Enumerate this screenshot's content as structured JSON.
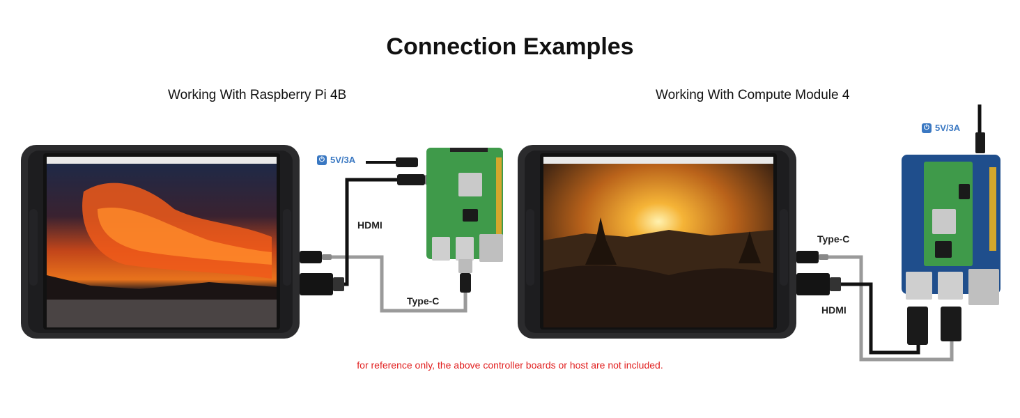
{
  "title": "Connection Examples",
  "left_example": {
    "heading": "Working With Raspberry Pi 4B",
    "power": "5V/3A",
    "hdmi_label": "HDMI",
    "typec_label": "Type-C"
  },
  "right_example": {
    "heading": "Working With Compute Module 4",
    "power": "5V/3A",
    "hdmi_label": "HDMI",
    "typec_label": "Type-C"
  },
  "footnote": "for reference only, the above controller boards or host are not included.",
  "colors": {
    "brand_blue": "#3a78c2",
    "note_red": "#e11e1e",
    "board_green": "#3f9a4a",
    "cable_black": "#111111",
    "cable_gray": "#9a9a9a"
  },
  "icons": [
    "power-icon",
    "hdmi-connector-icon",
    "type-c-connector-icon",
    "usb-connector-icon"
  ]
}
